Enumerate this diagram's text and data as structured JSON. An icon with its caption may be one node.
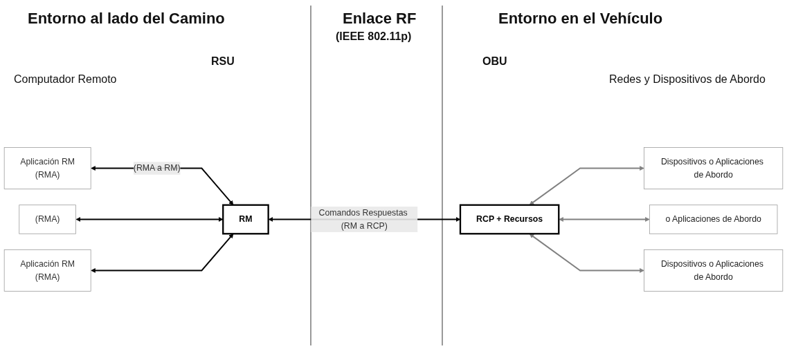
{
  "diagram": {
    "nodes": [
      {
        "text": [
          "Aplicación RM",
          "(RMA)"
        ]
      },
      {
        "text": [
          "(RMA)"
        ]
      },
      {
        "text": [
          "Aplicación RM",
          "(RMA)"
        ]
      },
      {
        "text": [
          "RM"
        ]
      },
      {
        "text": [
          "RCP + Recursos"
        ]
      },
      {
        "text": [
          "Dispositivos o Aplicaciones de Abordo"
        ]
      },
      {
        "text": [
          "o Aplicaciones de Abordo"
        ]
      },
      {
        "text": [
          "Dispositivos o Aplicaciones de Abordo"
        ]
      }
    ],
    "edges": [
      {
        "from": 0,
        "to": 3,
        "arrow": "both",
        "label": "(RMA a RM)"
      },
      {
        "from": 1,
        "to": 3,
        "arrow": "both"
      },
      {
        "from": 2,
        "to": 3,
        "arrow": "both"
      },
      {
        "from": 3,
        "to": 4,
        "arrow": "both",
        "label": "Comandos Respuestas (RM a RCP)"
      },
      {
        "from": 4,
        "to": 5,
        "arrow": "both",
        "color": "#808080"
      },
      {
        "from": 4,
        "to": 6,
        "arrow": "both",
        "color": "#808080"
      },
      {
        "from": 4,
        "to": 7,
        "arrow": "both",
        "color": "#808080"
      }
    ],
    "labels": [
      "Entorno al lado del Camino",
      "Enlace RF",
      "(IEEE 802.11p)",
      "Entorno en el Vehículo",
      "RSU",
      "OBU",
      "Computador Remoto",
      "Redes y Dispositivos de Abordo"
    ]
  }
}
